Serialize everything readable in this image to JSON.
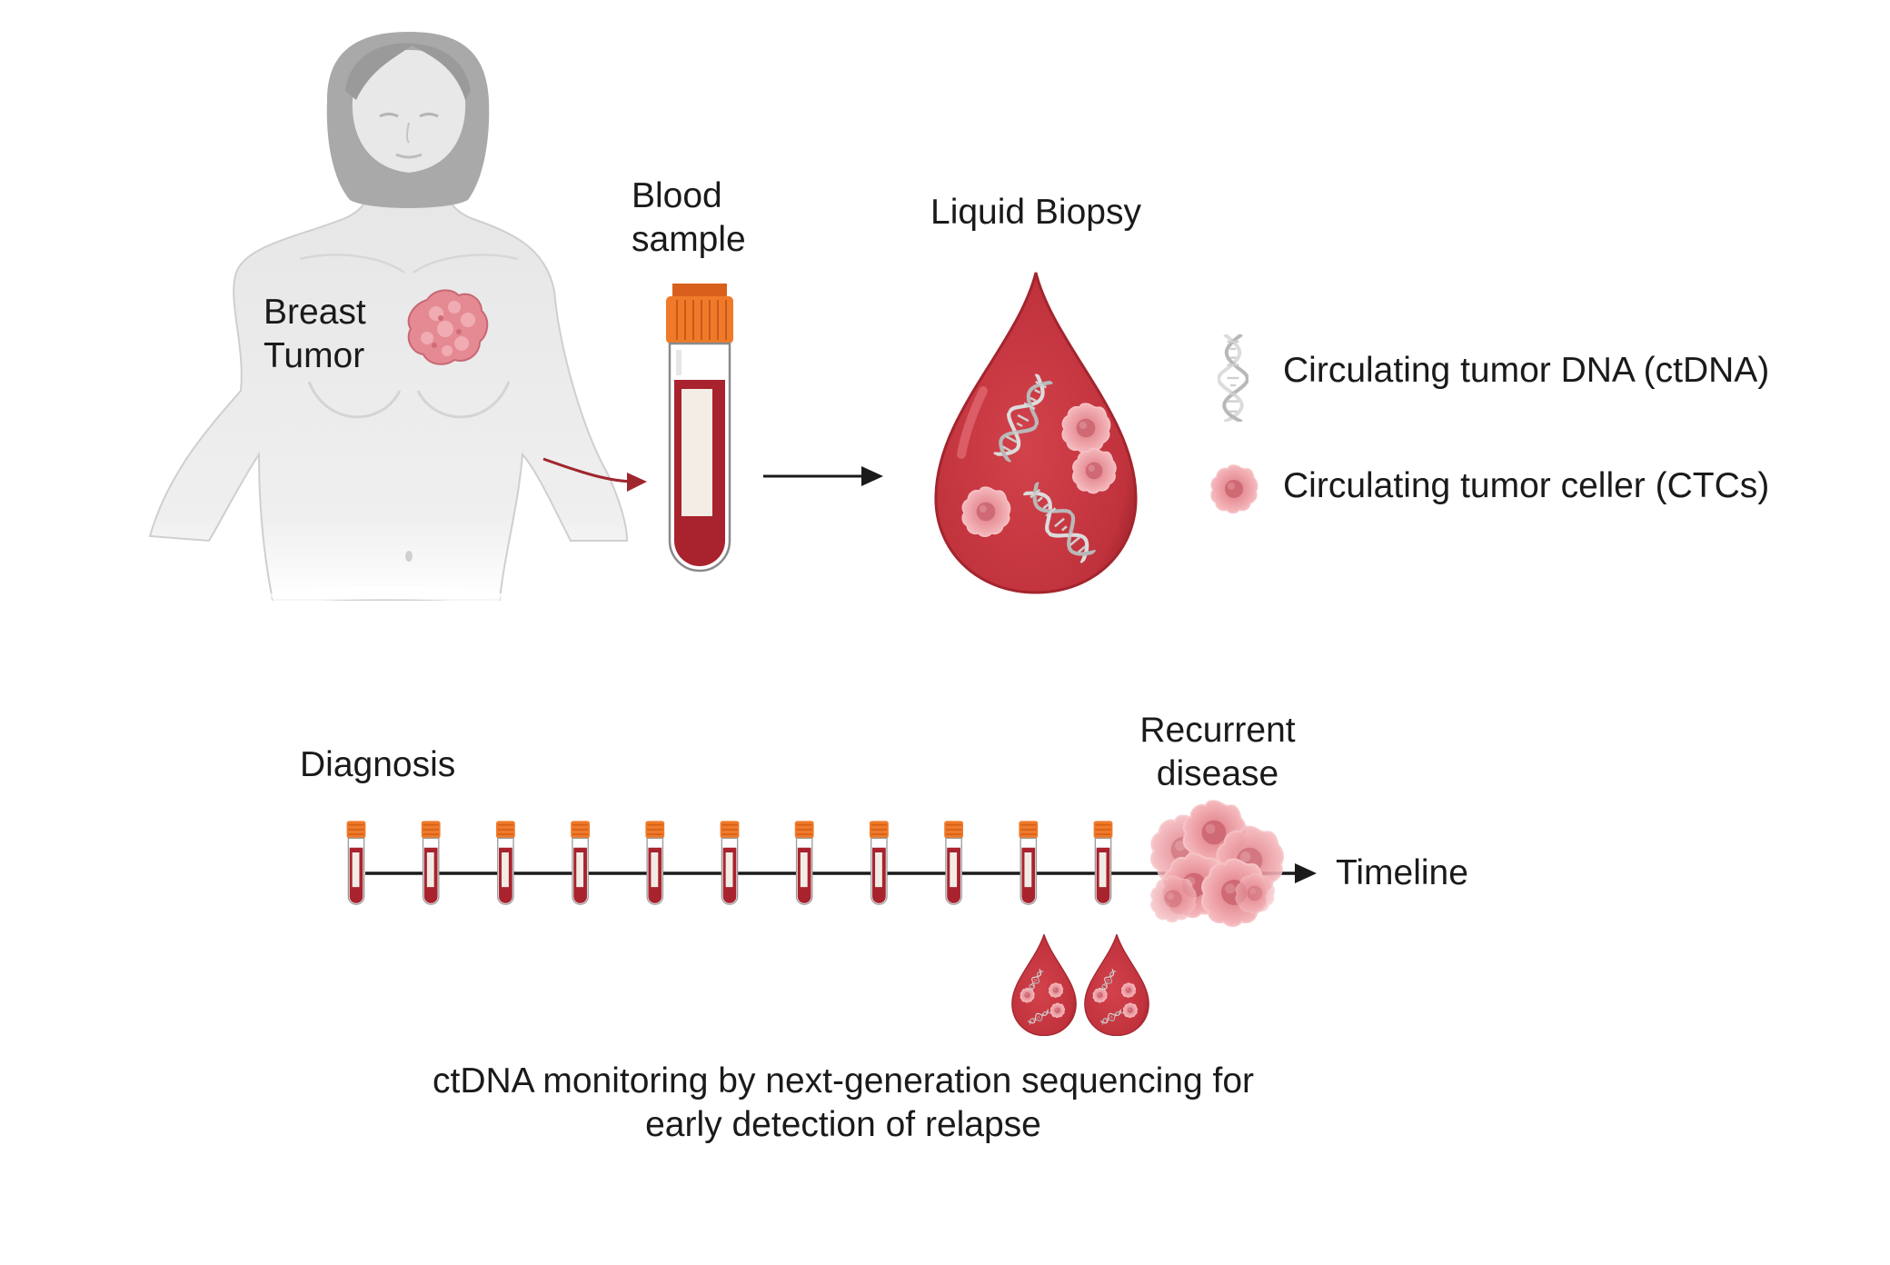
{
  "labels": {
    "breast_tumor": [
      "Breast",
      "Tumor"
    ],
    "blood_sample": [
      "Blood",
      "sample"
    ],
    "liquid_biopsy": "Liquid Biopsy",
    "legend_ctdna": "Circulating tumor DNA (ctDNA)",
    "legend_ctcs": "Circulating tumor celler (CTCs)",
    "diagnosis": "Diagnosis",
    "recurrent_disease": [
      "Recurrent",
      "disease"
    ],
    "timeline": "Timeline",
    "caption": [
      "ctDNA monitoring by next-generation sequencing for",
      "early detection of relapse"
    ]
  },
  "timeline": {
    "tube_count": 11
  },
  "colors": {
    "blood": "#c0323c",
    "blood_dark": "#8e1f28",
    "cap": "#f07a2a",
    "skin": "#ededed",
    "tumor": "#e58a93",
    "ctc": "#f2a3a8",
    "arrow": "#1a1a1a",
    "vein_arrow": "#a0262e"
  }
}
